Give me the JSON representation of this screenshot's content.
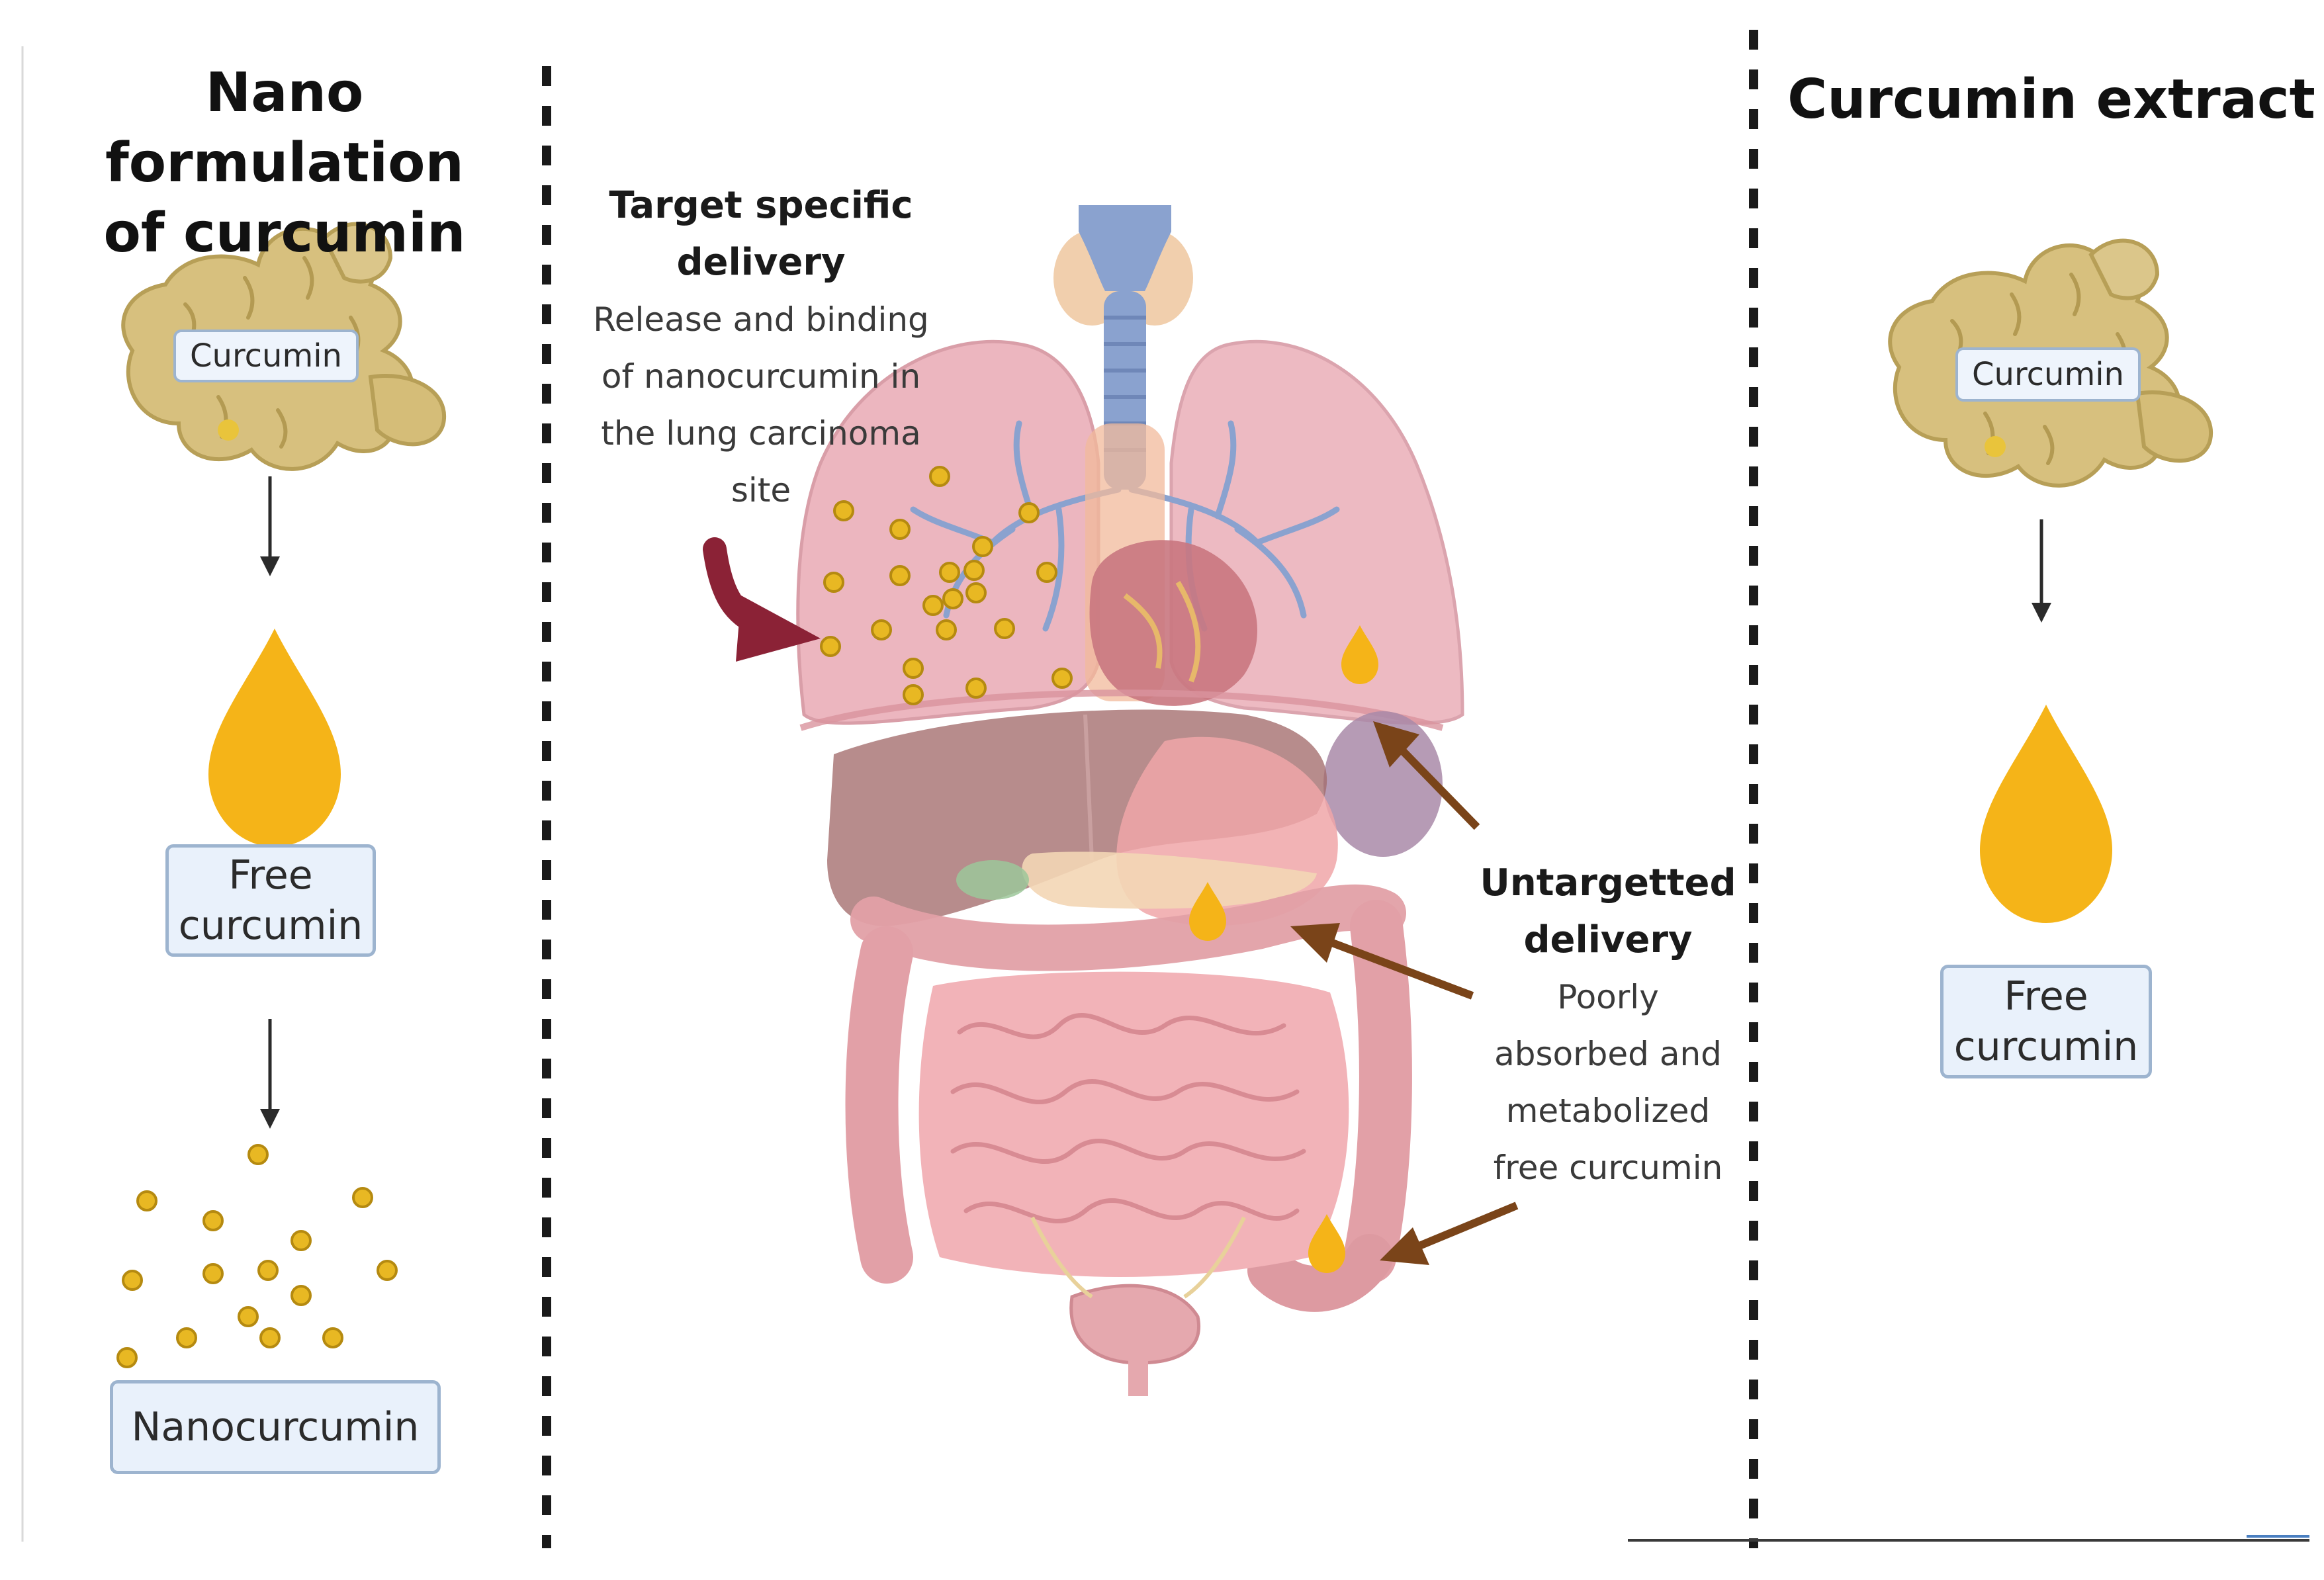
{
  "left_panel": {
    "title_line1": "Nano formulation",
    "title_line2": "of curcumin",
    "root_label": "Curcumin",
    "free_label_line1": "Free",
    "free_label_line2": "curcumin",
    "nano_label": "Nanocurcumin"
  },
  "center_panel": {
    "targeted_heading_line1": "Target specific",
    "targeted_heading_line2": "delivery",
    "targeted_desc_line1": "Release and binding",
    "targeted_desc_line2": "of nanocurcumin in",
    "targeted_desc_line3": "the  lung carcinoma",
    "targeted_desc_line4": "site",
    "untargeted_heading_line1": "Untargetted",
    "untargeted_heading_line2": "delivery",
    "untargeted_desc_line1": "Poorly",
    "untargeted_desc_line2": "absorbed and",
    "untargeted_desc_line3": "metabolized",
    "untargeted_desc_line4": "free curcumin"
  },
  "right_panel": {
    "title": "Curcumin extract",
    "root_label": "Curcumin",
    "free_label_line1": "Free",
    "free_label_line2": "curcumin"
  },
  "colors": {
    "curcumin_drop": "#f5b418",
    "nanoparticle": "#e8b823",
    "turmeric_root": "#d7c07e",
    "target_arrow": "#8b2236",
    "untargeted_arrow": "#7a4419",
    "label_fill": "#e9f1fb",
    "label_border": "#9db4cf",
    "organ_pink": "#e9aab4",
    "trachea_blue": "#8aa2cf"
  },
  "icons": {
    "root": "turmeric-root-icon",
    "drop": "curcumin-drop-icon",
    "nanoparticle": "nanoparticle-icon",
    "organs": "human-organs-illustration"
  }
}
